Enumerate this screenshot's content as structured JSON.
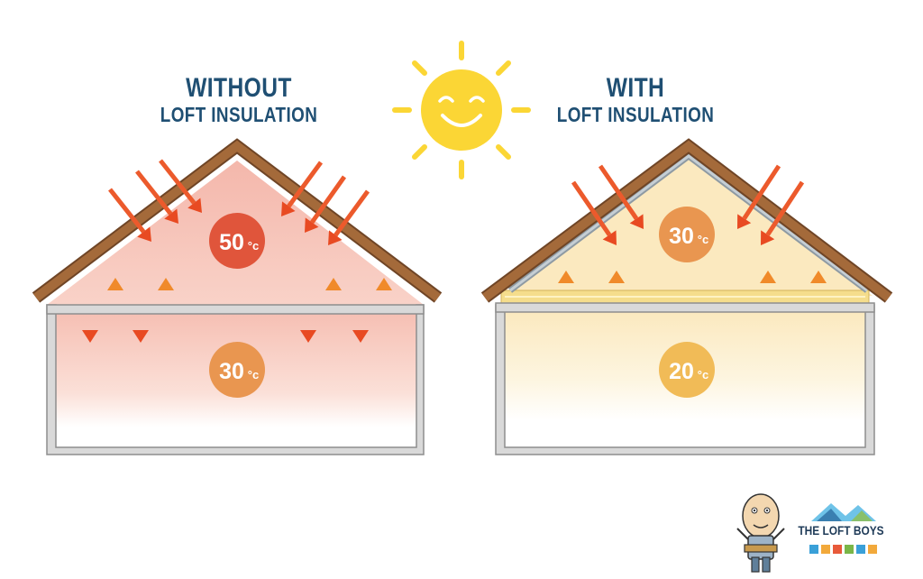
{
  "panels": [
    {
      "heading_line1": "WITHOUT",
      "heading_line2": "LOFT INSULATION",
      "attic_temp": {
        "value": "50",
        "unit": "°c"
      },
      "room_temp": {
        "value": "30",
        "unit": "°c"
      }
    },
    {
      "heading_line1": "WITH",
      "heading_line2": "LOFT INSULATION",
      "attic_temp": {
        "value": "30",
        "unit": "°c"
      },
      "room_temp": {
        "value": "20",
        "unit": "°c"
      }
    }
  ],
  "logo": {
    "text": "THE LOFT BOYS"
  },
  "colors": {
    "roof": "#a46a3a",
    "wall": "#d9d9d9",
    "wall_edge": "#8e8e8e",
    "attic_hot": "#f6bfb3",
    "attic_warm": "#fbe9bf",
    "arrow_red": "#ef5a2a",
    "arrow_yellow": "#f5b93b",
    "badge_red": "#e0553b",
    "badge_orange": "#e99650",
    "badge_yellow": "#f1bb57",
    "insulation": "#f5dd8c",
    "sun": "#fbd635",
    "heading": "#1f4f73"
  }
}
